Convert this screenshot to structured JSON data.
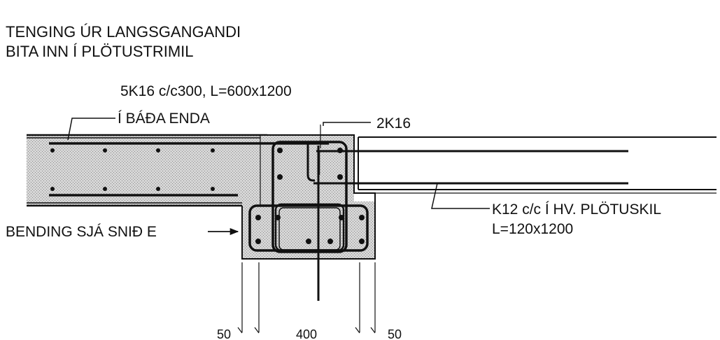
{
  "title": {
    "line1": "TENGING ÚR LANGSGANGANDI",
    "line2": "BITA INN Í PLÖTUSTRIMIL"
  },
  "labels": {
    "rebar_top_line1": "5K16 c/c300, L=600x1200",
    "rebar_top_line2": "Í BÁÐA ENDA",
    "bars_2k16": "2K16",
    "bending": "BENDING SJÁ SNIÐ E",
    "k12_line1": "K12 c/c Í HV. PLÖTUSKIL",
    "k12_line2": "L=120x1200"
  },
  "dimensions": {
    "left_edge": "50",
    "middle": "400",
    "right_edge": "50"
  },
  "colors": {
    "ink": "#111111",
    "concrete_hatch": "#c9c9c9"
  }
}
